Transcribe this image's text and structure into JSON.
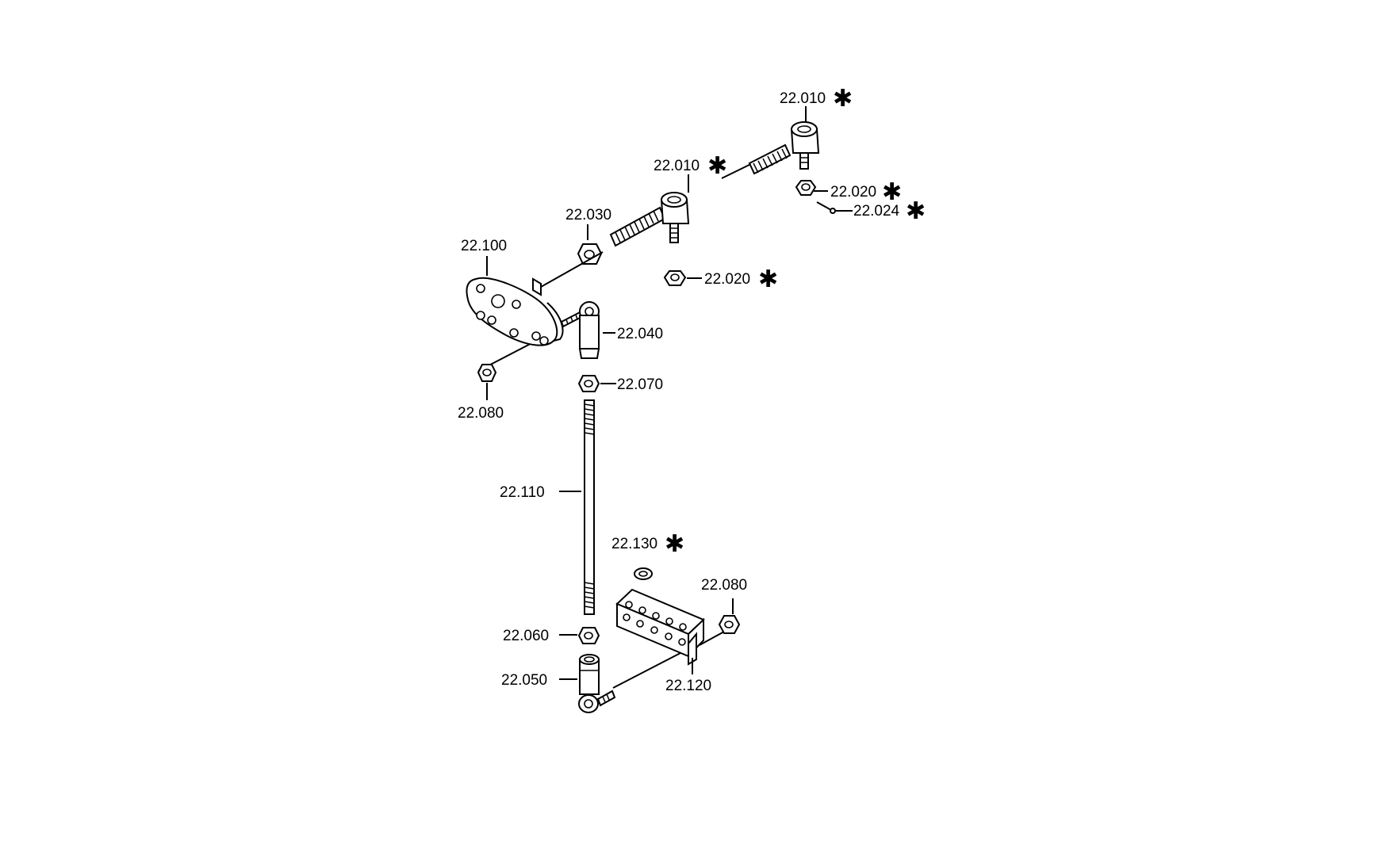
{
  "callouts": {
    "c1": {
      "label": "22.010",
      "star": "✱"
    },
    "c2": {
      "label": "22.010",
      "star": "✱"
    },
    "c3": {
      "label": "22.020",
      "star": "✱"
    },
    "c4": {
      "label": "22.024",
      "star": "✱"
    },
    "c5": {
      "label": "22.030"
    },
    "c6": {
      "label": "22.020",
      "star": "✱"
    },
    "c7": {
      "label": "22.100"
    },
    "c8": {
      "label": "22.040"
    },
    "c9": {
      "label": "22.080"
    },
    "c10": {
      "label": "22.070"
    },
    "c11": {
      "label": "22.110"
    },
    "c12": {
      "label": "22.130",
      "star": "✱"
    },
    "c13": {
      "label": "22.080"
    },
    "c14": {
      "label": "22.060"
    },
    "c15": {
      "label": "22.050"
    },
    "c16": {
      "label": "22.120"
    }
  }
}
